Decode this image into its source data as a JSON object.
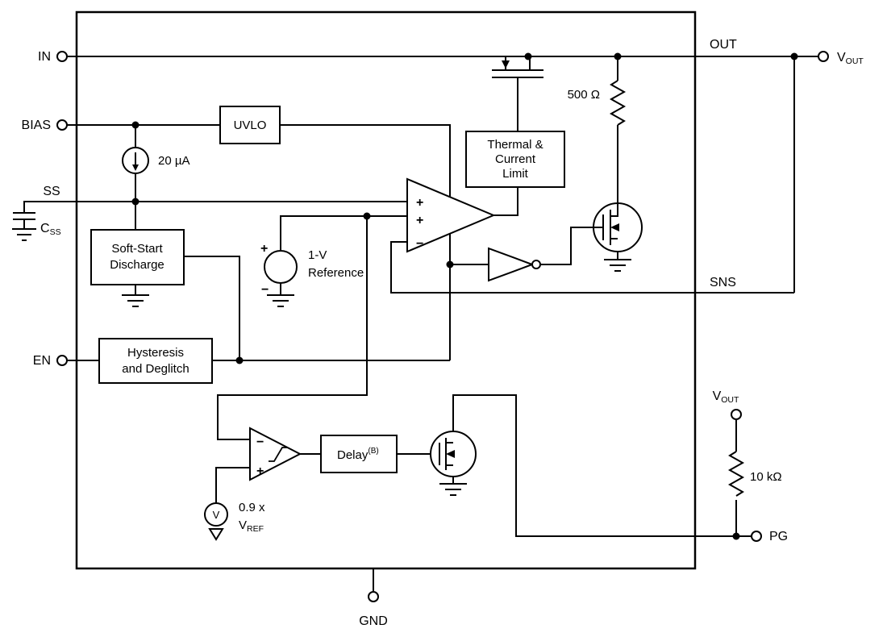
{
  "diagram": {
    "title": "LDO regulator functional block diagram",
    "colors": {
      "stroke": "#000000",
      "background": "#ffffff"
    },
    "pins": {
      "in": "IN",
      "bias": "BIAS",
      "ss": "SS",
      "en": "EN",
      "gnd": "GND",
      "out": "OUT",
      "sns": "SNS",
      "pg": "PG",
      "vout_base": "V",
      "vout_sub": "OUT",
      "css_base": "C",
      "css_sub": "SS"
    },
    "blocks": {
      "uvlo": "UVLO",
      "thermal_line1": "Thermal &",
      "thermal_line2": "Current",
      "thermal_line3": "Limit",
      "soft_start_line1": "Soft-Start",
      "soft_start_line2": "Discharge",
      "hysteresis_line1": "Hysteresis",
      "hysteresis_line2": "and Deglitch",
      "delay_base": "Delay",
      "delay_sup": "(B)"
    },
    "labels": {
      "current_source": "20 µA",
      "ref_line1": "1-V",
      "ref_line2": "Reference",
      "r_sense": "500 Ω",
      "r_pullup": "10 kΩ",
      "vref_line1": "0.9 x",
      "vref_base": "V",
      "vref_sub": "REF",
      "v_source": "V",
      "plus": "+",
      "minus": "−"
    }
  }
}
